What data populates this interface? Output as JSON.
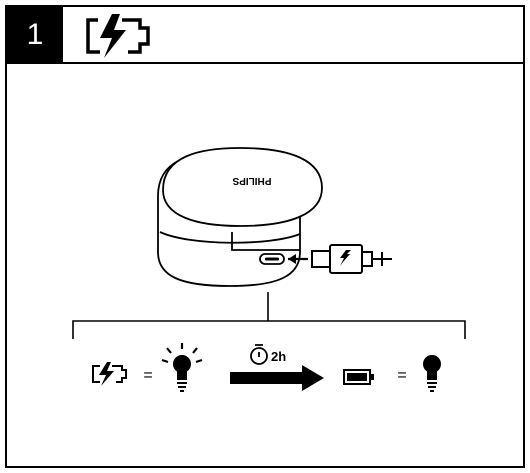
{
  "step": {
    "number": "1",
    "icon": "battery-charging-icon"
  },
  "case": {
    "brand": "PHILIPS",
    "icon": "charging-case-icon"
  },
  "cable": {
    "icon": "usb-c-cable-icon"
  },
  "legend": {
    "charging_icon": "battery-charging-icon",
    "equals_1": "=",
    "light_on_icon": "led-on-icon",
    "time_label": "2h",
    "timer_icon": "stopwatch-icon",
    "arrow_icon": "arrow-right-icon",
    "full_icon": "battery-full-icon",
    "equals_2": "=",
    "light_off_icon": "led-off-icon"
  }
}
